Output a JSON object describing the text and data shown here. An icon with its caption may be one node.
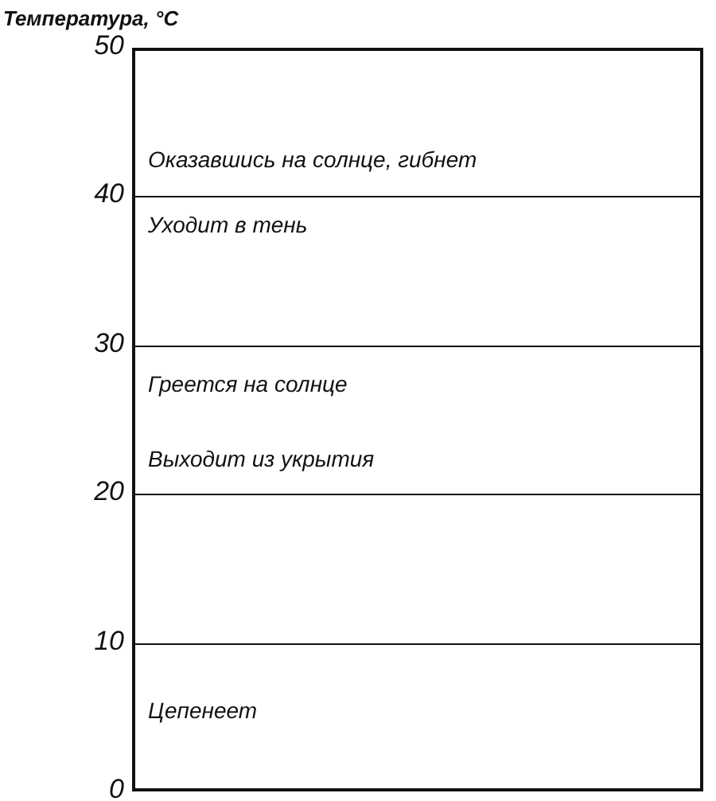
{
  "diagram": {
    "nodes": [
      {
        "text": [
          "Оказавшись на солнце, гибнет"
        ]
      },
      {
        "text": [
          "Уходит в тень"
        ]
      },
      {
        "text": [
          "Греется на солнце",
          "Выходит из укрытия"
        ]
      },
      {
        "text": [],
        "shape": "box"
      },
      {
        "text": [
          "Цепенеет"
        ]
      }
    ],
    "labels": [
      "Температура, °С",
      "50",
      "40",
      "30",
      "20",
      "10",
      "0"
    ]
  }
}
